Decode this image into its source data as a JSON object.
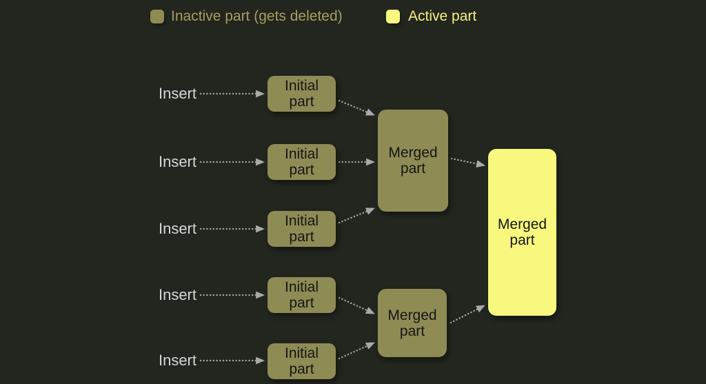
{
  "legend": {
    "items": [
      {
        "label": "Inactive part (gets deleted)",
        "color": "#8e8b55"
      },
      {
        "label": "Active part",
        "color": "#f8f87e"
      }
    ]
  },
  "flow": {
    "insert_labels": [
      "Insert",
      "Insert",
      "Insert",
      "Insert",
      "Insert"
    ],
    "initial_parts": [
      "Initial part",
      "Initial part",
      "Initial part",
      "Initial part",
      "Initial part"
    ],
    "merged_parts": {
      "top": "Merged part",
      "bottom": "Merged part",
      "final": "Merged part"
    }
  },
  "colors": {
    "background": "#23251f",
    "inactive_part": "#8e8b55",
    "active_part": "#f8f87e",
    "arrow": "#a9a9a9",
    "insert_text": "#d8d8d8",
    "legend_inactive_text": "#a3a05f",
    "legend_active_text": "#f5f37c",
    "node_text": "#151515"
  }
}
